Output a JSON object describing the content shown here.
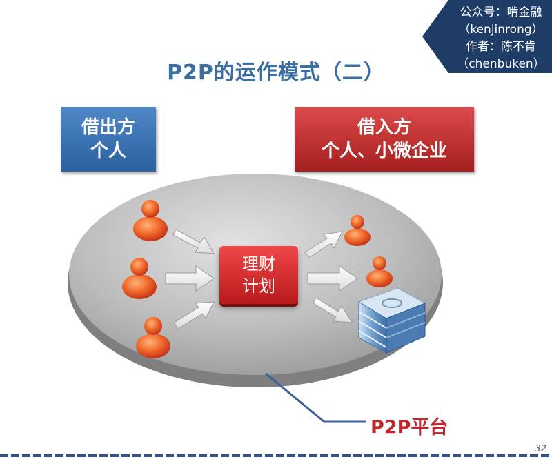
{
  "badge": {
    "line1": "公众号：啃金融",
    "line2": "（kenjinrong）",
    "line3": "作者：陈不肯",
    "line4": "（chenbuken）"
  },
  "title": "P2P的运作模式（二）",
  "lender": {
    "line1": "借出方",
    "line2": "个人"
  },
  "borrower": {
    "line1": "借入方",
    "line2": "个人、小微企业"
  },
  "center": {
    "line1": "理财",
    "line2": "计划"
  },
  "platform_label": "P2P平台",
  "page_number": "32",
  "colors": {
    "title": "#3a6fa4",
    "lender": "#3b74b8",
    "borrower": "#c63333",
    "badge": "#1f3c66"
  }
}
